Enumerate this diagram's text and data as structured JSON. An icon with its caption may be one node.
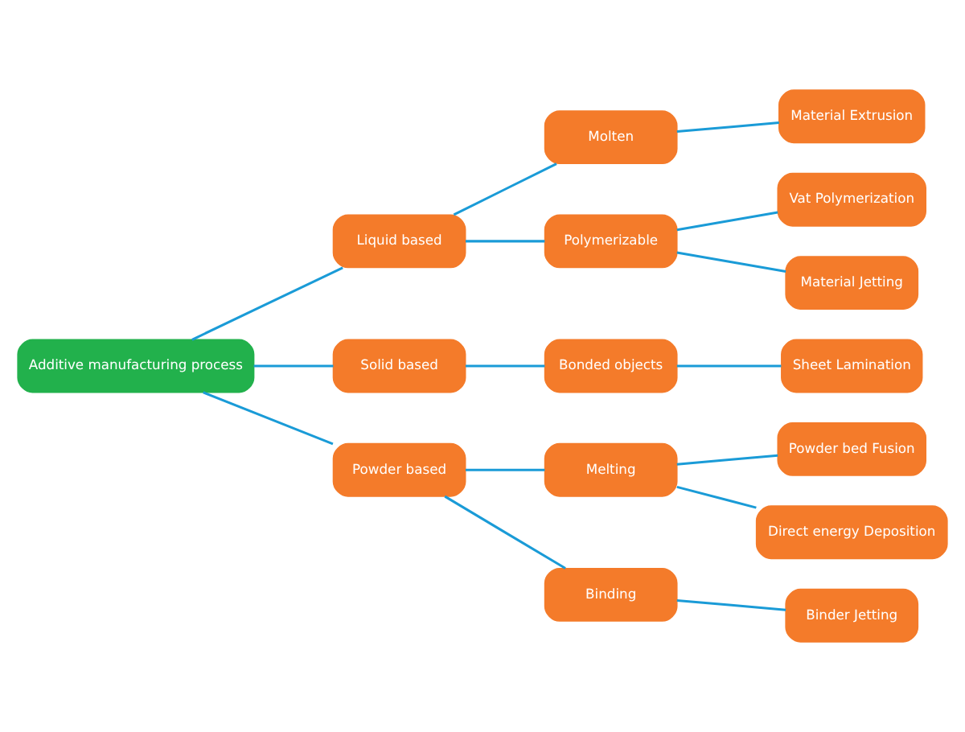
{
  "diagram": {
    "nodes": [
      {
        "text": [
          "Additive manufacturing process"
        ]
      },
      {
        "text": [
          "Liquid based"
        ]
      },
      {
        "text": [
          "Solid based"
        ]
      },
      {
        "text": [
          "Powder based"
        ]
      },
      {
        "text": [
          "Molten"
        ]
      },
      {
        "text": [
          "Polymerizable"
        ]
      },
      {
        "text": [
          "Bonded objects"
        ]
      },
      {
        "text": [
          "Melting"
        ]
      },
      {
        "text": [
          "Binding"
        ]
      },
      {
        "text": [
          "Material Extrusion"
        ]
      },
      {
        "text": [
          "Vat Polymerization"
        ]
      },
      {
        "text": [
          "Material Jetting"
        ]
      },
      {
        "text": [
          "Sheet Lamination"
        ]
      },
      {
        "text": [
          "Powder bed Fusion"
        ]
      },
      {
        "text": [
          "Direct energy Deposition"
        ]
      },
      {
        "text": [
          "Binder Jetting"
        ]
      }
    ],
    "edges": [
      {
        "from": 0,
        "to": 1,
        "arrow": "none"
      },
      {
        "from": 0,
        "to": 2,
        "arrow": "none"
      },
      {
        "from": 0,
        "to": 3,
        "arrow": "none"
      },
      {
        "from": 1,
        "to": 4,
        "arrow": "none"
      },
      {
        "from": 1,
        "to": 5,
        "arrow": "none"
      },
      {
        "from": 2,
        "to": 6,
        "arrow": "none"
      },
      {
        "from": 3,
        "to": 7,
        "arrow": "none"
      },
      {
        "from": 3,
        "to": 8,
        "arrow": "none"
      },
      {
        "from": 4,
        "to": 9,
        "arrow": "none"
      },
      {
        "from": 5,
        "to": 10,
        "arrow": "none"
      },
      {
        "from": 5,
        "to": 11,
        "arrow": "none"
      },
      {
        "from": 6,
        "to": 12,
        "arrow": "none"
      },
      {
        "from": 7,
        "to": 13,
        "arrow": "none"
      },
      {
        "from": 7,
        "to": 14,
        "arrow": "none"
      },
      {
        "from": 8,
        "to": 15,
        "arrow": "none"
      }
    ]
  }
}
